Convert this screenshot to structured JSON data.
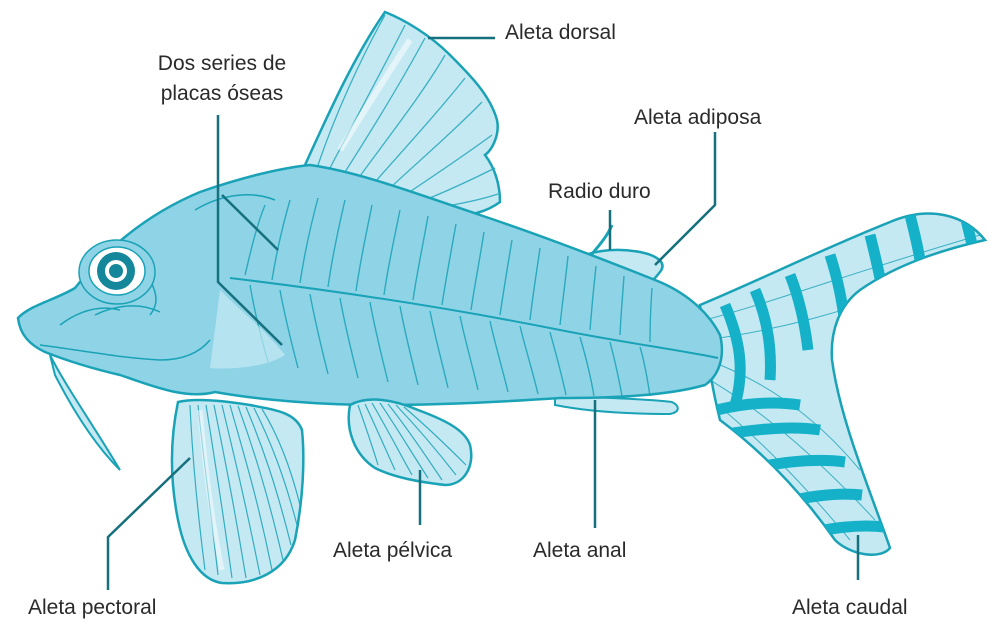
{
  "labels": {
    "dorsal": "Aleta dorsal",
    "plates_line1": "Dos series de",
    "plates_line2": "placas óseas",
    "adipose": "Aleta adiposa",
    "spine": "Radio duro",
    "pelvic": "Aleta pélvica",
    "anal": "Aleta anal",
    "pectoral": "Aleta pectoral",
    "caudal": "Aleta caudal"
  },
  "colors": {
    "outline": "#1aa2b6",
    "body_fill": "#8fd4e6",
    "fin_fill": "#c4e9f3",
    "stripe": "#14b1c9",
    "leader": "#16707e",
    "text": "#2a2a2a"
  }
}
